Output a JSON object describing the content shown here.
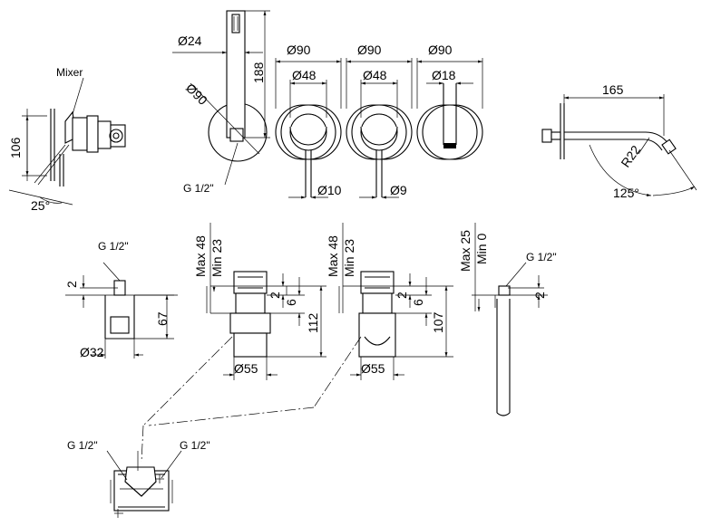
{
  "labels": {
    "mixer": "Mixer",
    "d24": "Ø24",
    "d90_hand": "Ø90",
    "d188": "188",
    "g12_hand": "G 1/2\"",
    "d106": "106",
    "a25": "25°",
    "top_d90_a": "Ø90",
    "top_d48_a": "Ø48",
    "top_d10": "Ø10",
    "top_d90_b": "Ø90",
    "top_d48_b": "Ø48",
    "top_d9": "Ø9",
    "top_d90_c": "Ø90",
    "top_d18": "Ø18",
    "d165": "165",
    "r22": "R22",
    "a125": "125°",
    "g12_left": "G 1/2\"",
    "d2_left": "2",
    "d67": "67",
    "d32": "Ø32",
    "max48_a": "Max 48",
    "min23_a": "Min 23",
    "d2_a": "2",
    "d6_a": "6",
    "d112": "112",
    "d55_a": "Ø55",
    "max48_b": "Max 48",
    "min23_b": "Min 23",
    "d2_b": "2",
    "d6_b": "6",
    "d107": "107",
    "d55_b": "Ø55",
    "max25": "Max 25",
    "min0": "Min 0",
    "g12_spout": "G 1/2\"",
    "d2_spout": "2",
    "g12_bottom_left": "G 1/2\"",
    "g12_bottom_right": "G 1/2\""
  }
}
